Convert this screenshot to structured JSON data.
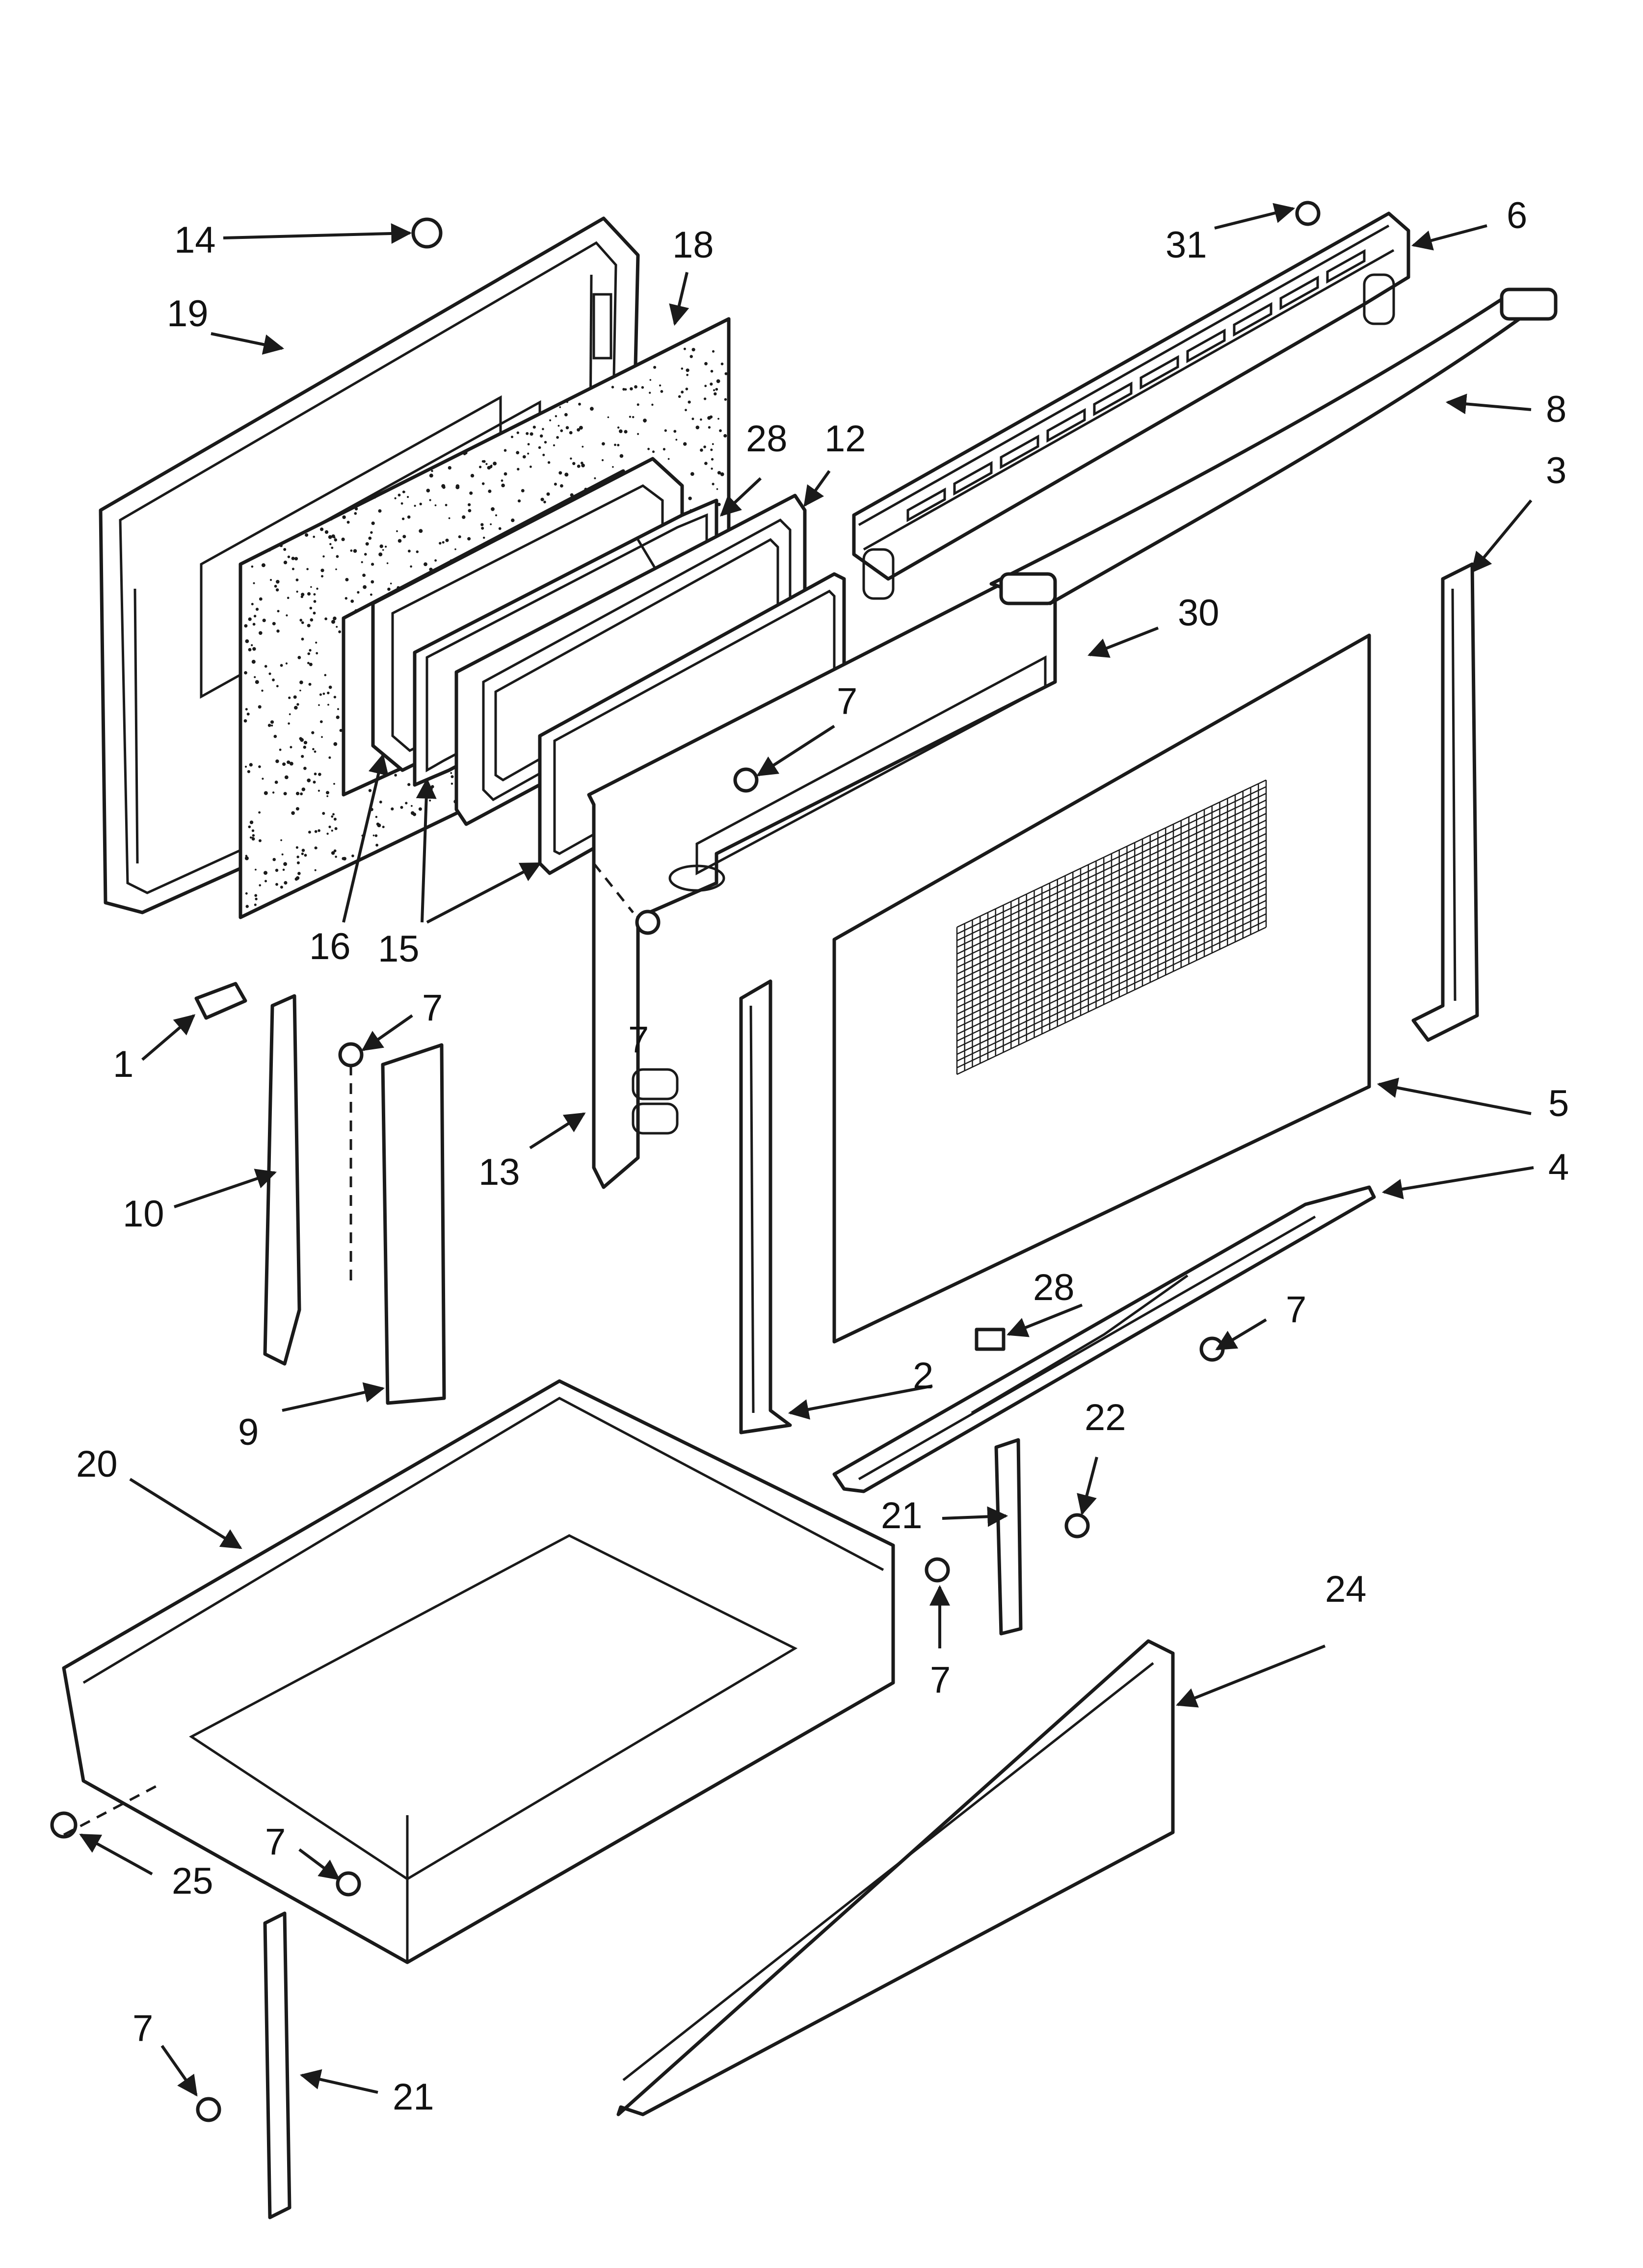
{
  "diagram": {
    "type": "exploded-parts-view",
    "callouts": [
      "14",
      "19",
      "18",
      "28",
      "12",
      "16",
      "15",
      "7",
      "13",
      "1",
      "10",
      "9",
      "20",
      "25",
      "21",
      "31",
      "6",
      "8",
      "3",
      "30",
      "5",
      "4",
      "2",
      "22",
      "24"
    ]
  },
  "colors": {
    "line": "#1a1a1a",
    "background": "#ffffff"
  },
  "labels": {
    "p14": "14",
    "p19": "19",
    "p18": "18",
    "p28a": "28",
    "p12": "12",
    "p16": "16",
    "p15": "15",
    "p7a": "7",
    "p7b": "7",
    "p7c": "7",
    "p13": "13",
    "p1": "1",
    "p10": "10",
    "p9": "9",
    "p20": "20",
    "p25": "25",
    "p7d": "7",
    "p7e": "7",
    "p21a": "21",
    "p31": "31",
    "p6": "6",
    "p8": "8",
    "p3": "3",
    "p30": "30",
    "p5": "5",
    "p4": "4",
    "p28b": "28",
    "p7f": "7",
    "p2": "2",
    "p22": "22",
    "p21b": "21",
    "p7g": "7",
    "p24": "24"
  }
}
